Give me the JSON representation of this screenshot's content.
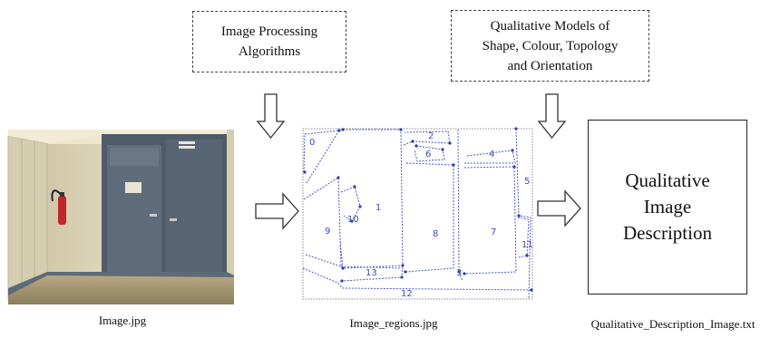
{
  "boxes": {
    "image_processing": {
      "line1": "Image Processing",
      "line2": "Algorithms"
    },
    "qualitative_models": {
      "line1": "Qualitative Models of",
      "line2": "Shape, Colour, Topology",
      "line3": "and Orientation"
    },
    "qualitative_description": {
      "line1": "Qualitative",
      "line2": "Image",
      "line3": "Description"
    }
  },
  "captions": {
    "input": "Image.jpg",
    "regions": "Image_regions.jpg",
    "output": "Qualitative_Description_Image.txt"
  },
  "region_labels": [
    "0",
    "2",
    "6",
    "4",
    "1",
    "5",
    "10",
    "9",
    "8",
    "7",
    "11",
    "13",
    "3",
    "12"
  ],
  "colors": {
    "region_outline": "#4a56c8",
    "arrow_stroke": "#333333",
    "wall": "#d8cfa8",
    "door": "#5d6a78"
  }
}
